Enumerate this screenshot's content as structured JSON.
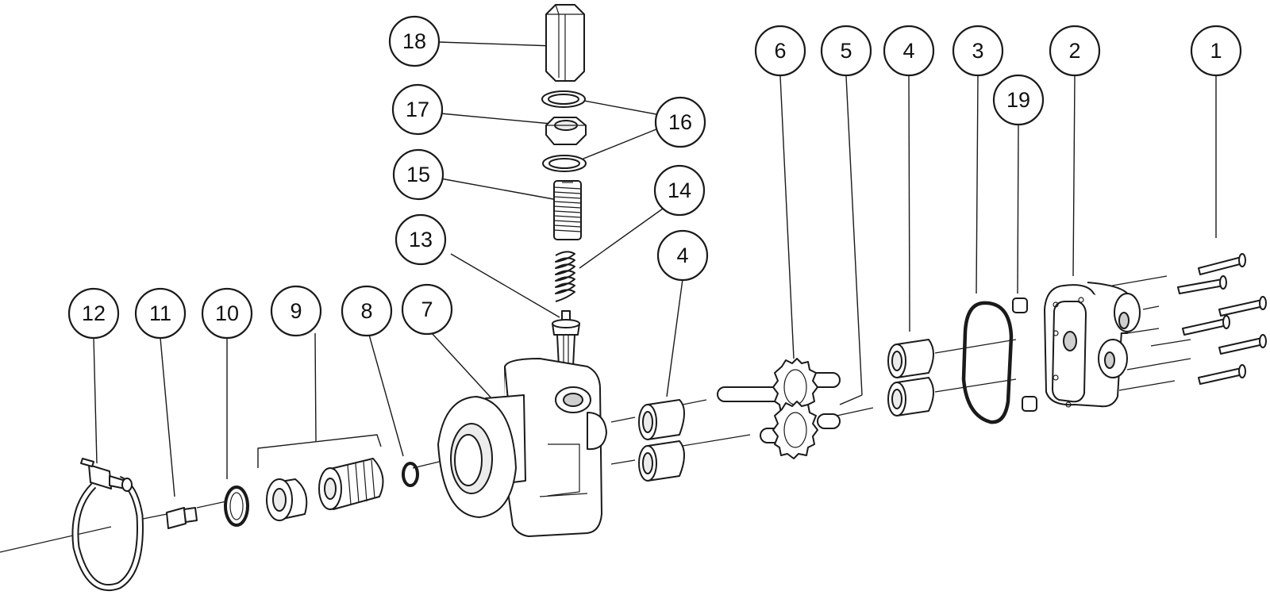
{
  "callouts": [
    {
      "id": "c1",
      "label": "1"
    },
    {
      "id": "c2",
      "label": "2"
    },
    {
      "id": "c3",
      "label": "3"
    },
    {
      "id": "c4a",
      "label": "4"
    },
    {
      "id": "c4b",
      "label": "4"
    },
    {
      "id": "c5",
      "label": "5"
    },
    {
      "id": "c6",
      "label": "6"
    },
    {
      "id": "c7",
      "label": "7"
    },
    {
      "id": "c8",
      "label": "8"
    },
    {
      "id": "c9",
      "label": "9"
    },
    {
      "id": "c10",
      "label": "10"
    },
    {
      "id": "c11",
      "label": "11"
    },
    {
      "id": "c12",
      "label": "12"
    },
    {
      "id": "c13",
      "label": "13"
    },
    {
      "id": "c14",
      "label": "14"
    },
    {
      "id": "c15",
      "label": "15"
    },
    {
      "id": "c16",
      "label": "16"
    },
    {
      "id": "c17",
      "label": "17"
    },
    {
      "id": "c18",
      "label": "18"
    },
    {
      "id": "c19",
      "label": "19"
    }
  ],
  "colors": {
    "ink": "#1a1a1a",
    "paper": "#ffffff",
    "shade": "#ececec"
  }
}
